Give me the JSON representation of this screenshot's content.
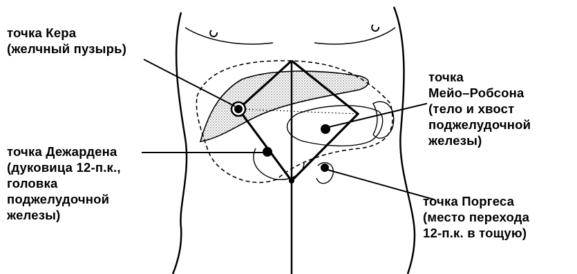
{
  "labels": {
    "kera": [
      "точка Кера",
      "(желчный пузырь)"
    ],
    "mayo": [
      "точка",
      "Мейо–Робсона",
      "(тело и хвост",
      "поджелудочной",
      "железы)"
    ],
    "desj": [
      "точка Дежардена",
      "(дуковица 12-п.к.,",
      "головка",
      "поджелудочной",
      "железы)"
    ],
    "porges": [
      "точка Поргеса",
      "(место перехода",
      "12-п.к. в тощую)"
    ]
  },
  "colors": {
    "ink": "#000000",
    "background": "#ffffff"
  }
}
